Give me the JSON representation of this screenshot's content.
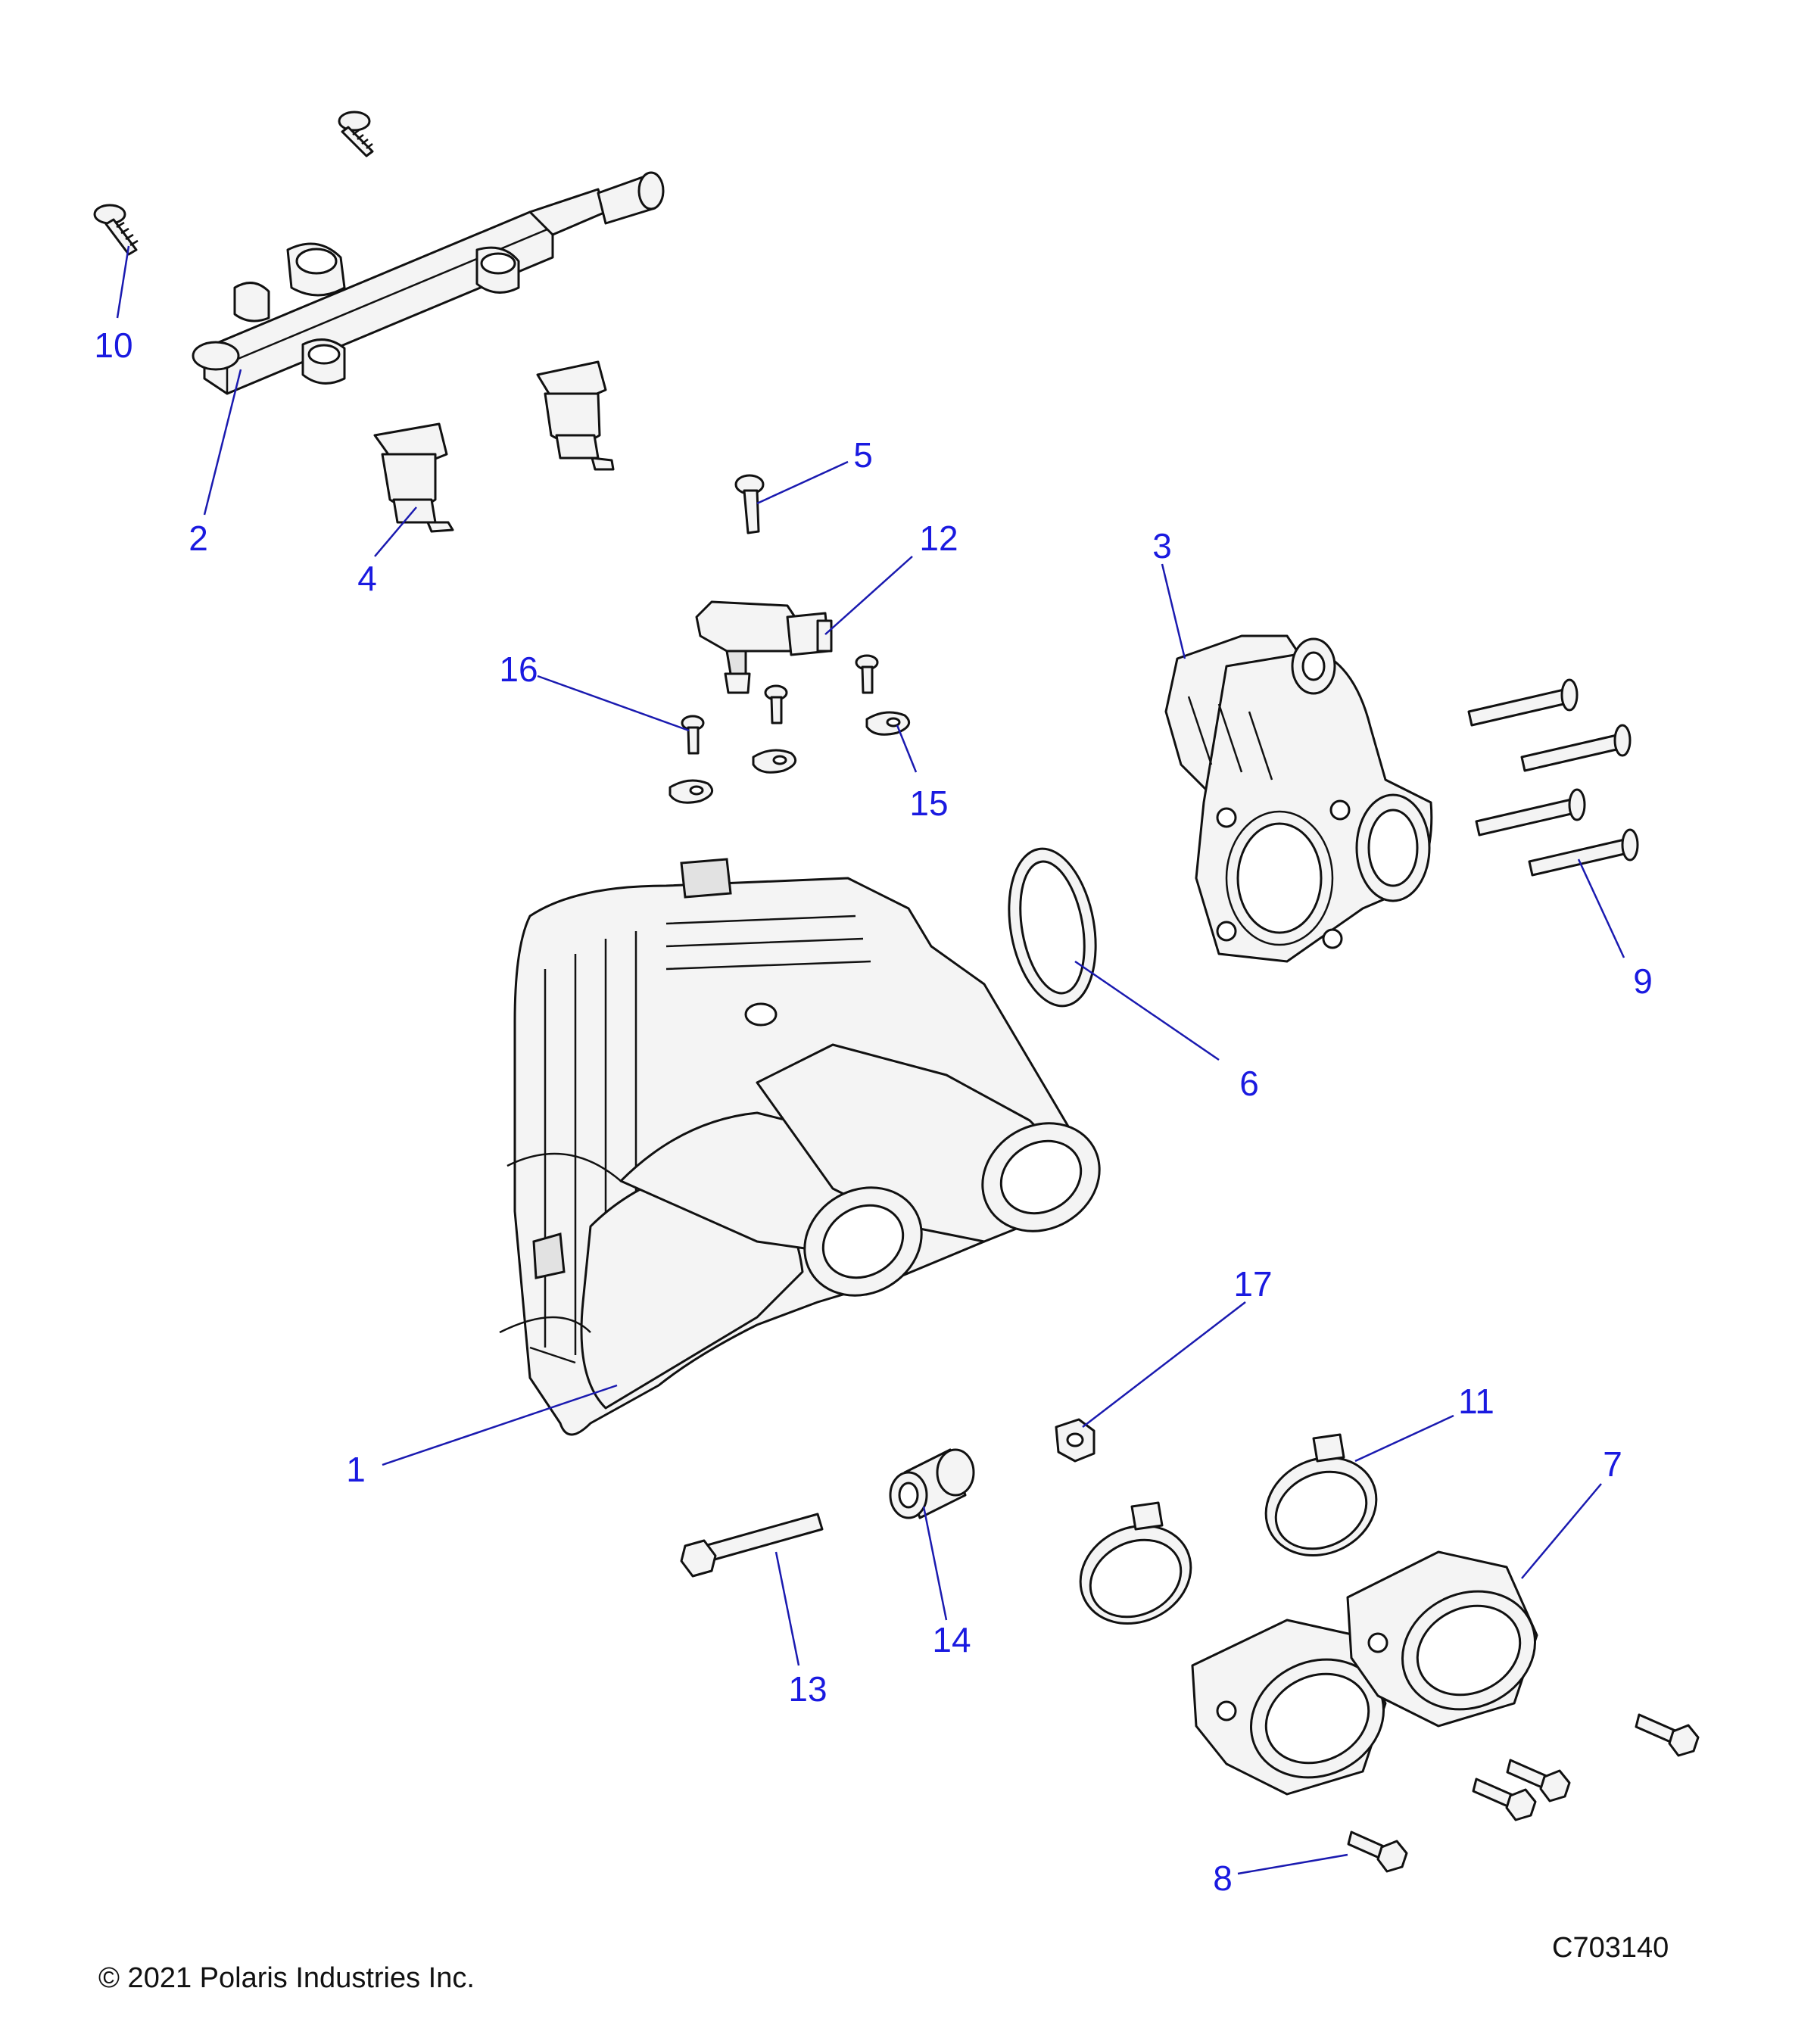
{
  "callouts": [
    {
      "label": "1"
    },
    {
      "label": "2"
    },
    {
      "label": "3"
    },
    {
      "label": "4"
    },
    {
      "label": "5"
    },
    {
      "label": "6"
    },
    {
      "label": "7"
    },
    {
      "label": "8"
    },
    {
      "label": "9"
    },
    {
      "label": "10"
    },
    {
      "label": "11"
    },
    {
      "label": "12"
    },
    {
      "label": "13"
    },
    {
      "label": "14"
    },
    {
      "label": "15"
    },
    {
      "label": "16"
    },
    {
      "label": "17"
    }
  ],
  "footer": {
    "copyright": "© 2021 Polaris Industries Inc.",
    "drawing_id": "C703140"
  },
  "colors": {
    "callout_text": "#1a1ae0",
    "leader_line": "#1a1ab0",
    "part_stroke": "#111111",
    "part_fill": "#f4f4f4"
  }
}
